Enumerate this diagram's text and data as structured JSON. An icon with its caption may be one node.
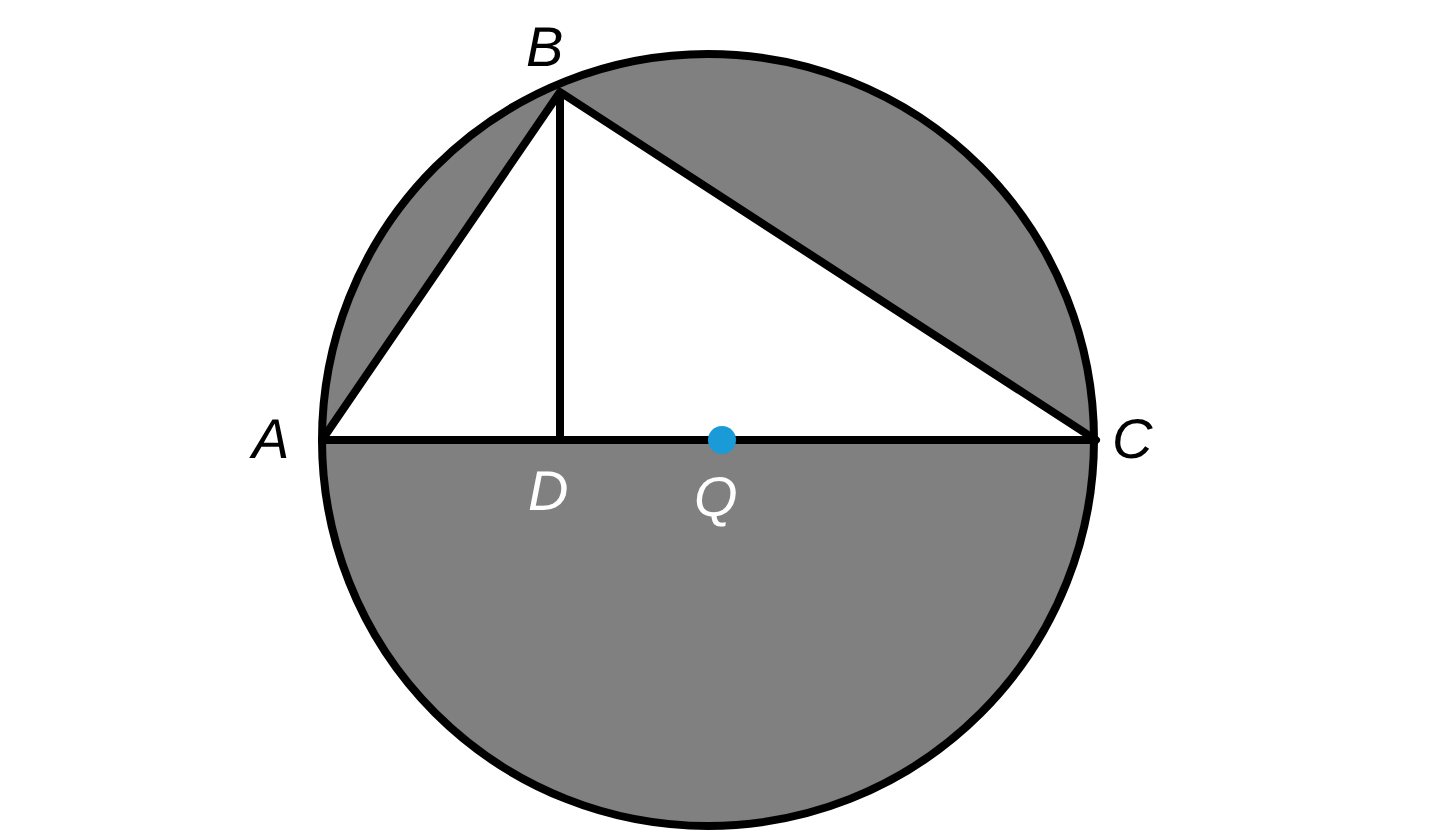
{
  "diagram": {
    "labels": [
      "B",
      "A",
      "C",
      "D",
      "Q"
    ]
  }
}
